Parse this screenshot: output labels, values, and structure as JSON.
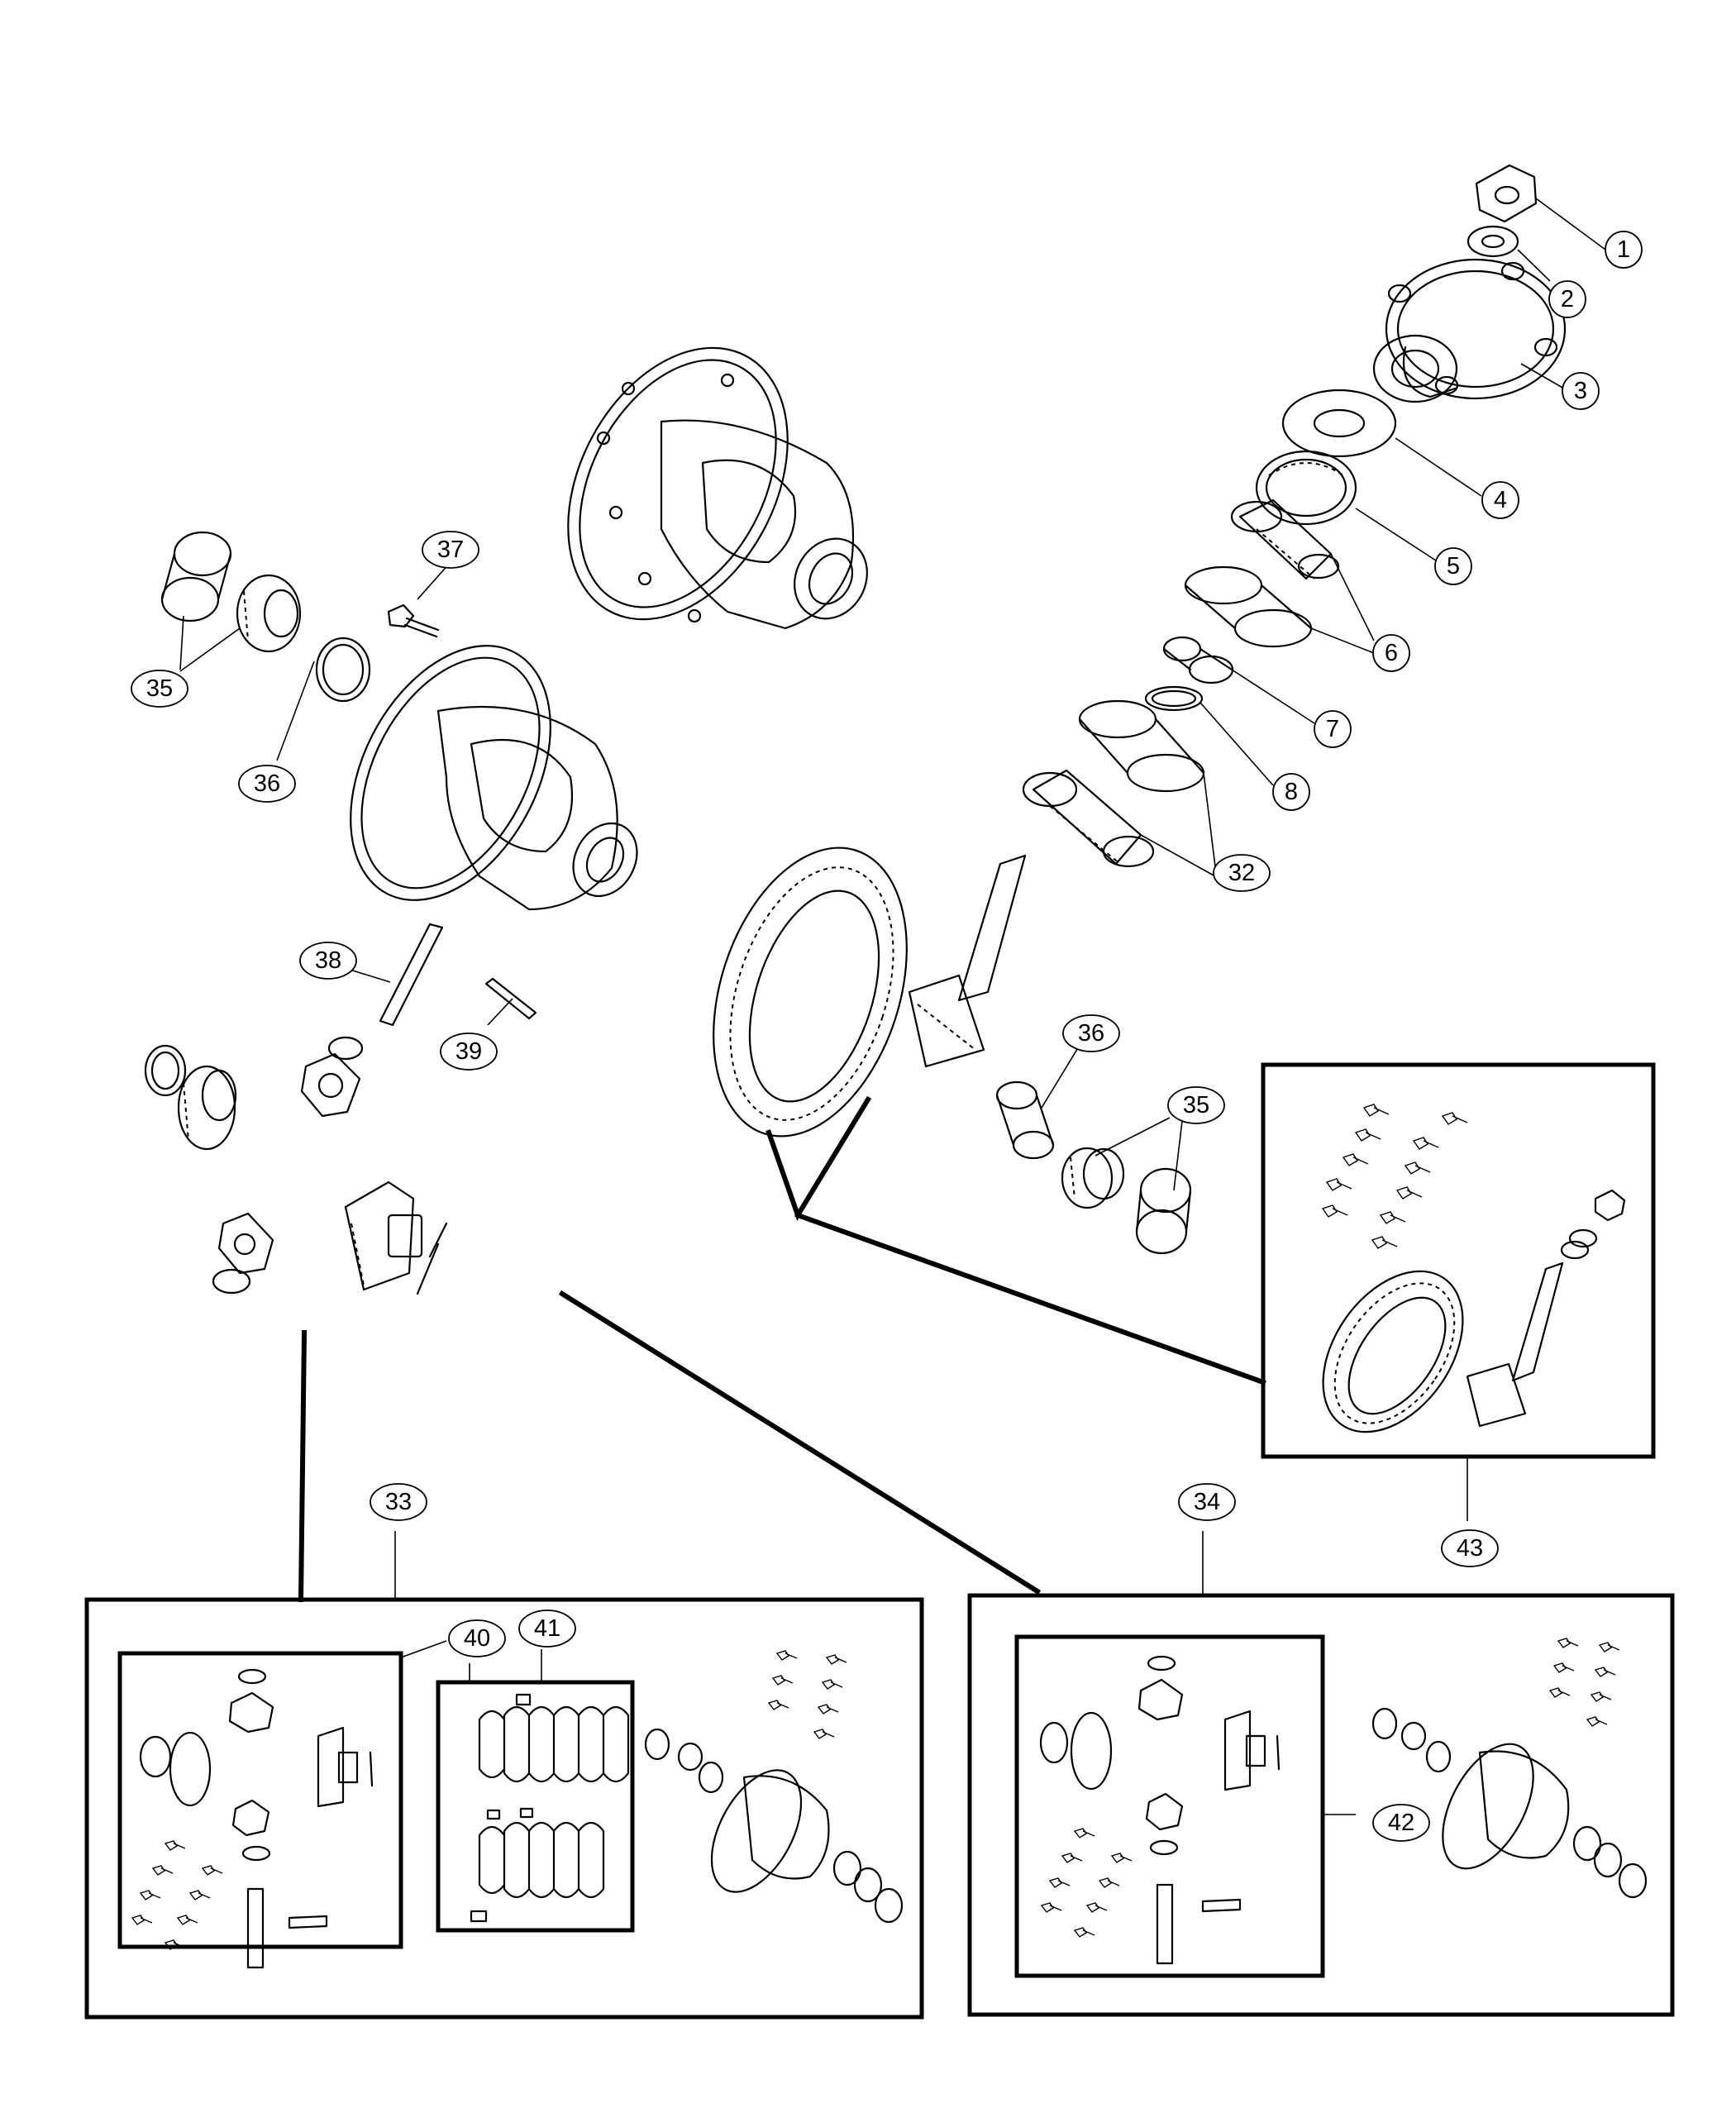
{
  "diagram": {
    "callouts": [
      {
        "id": "c1",
        "label": "1"
      },
      {
        "id": "c2",
        "label": "2"
      },
      {
        "id": "c3",
        "label": "3"
      },
      {
        "id": "c4",
        "label": "4"
      },
      {
        "id": "c5",
        "label": "5"
      },
      {
        "id": "c6",
        "label": "6"
      },
      {
        "id": "c7",
        "label": "7"
      },
      {
        "id": "c8",
        "label": "8"
      },
      {
        "id": "c32",
        "label": "32"
      },
      {
        "id": "c37",
        "label": "37"
      },
      {
        "id": "c35a",
        "label": "35"
      },
      {
        "id": "c36a",
        "label": "36"
      },
      {
        "id": "c38",
        "label": "38"
      },
      {
        "id": "c39",
        "label": "39"
      },
      {
        "id": "c36b",
        "label": "36"
      },
      {
        "id": "c35b",
        "label": "35"
      },
      {
        "id": "c43",
        "label": "43"
      },
      {
        "id": "c33",
        "label": "33"
      },
      {
        "id": "c34",
        "label": "34"
      },
      {
        "id": "c40",
        "label": "40"
      },
      {
        "id": "c41",
        "label": "41"
      },
      {
        "id": "c42",
        "label": "42"
      }
    ]
  }
}
